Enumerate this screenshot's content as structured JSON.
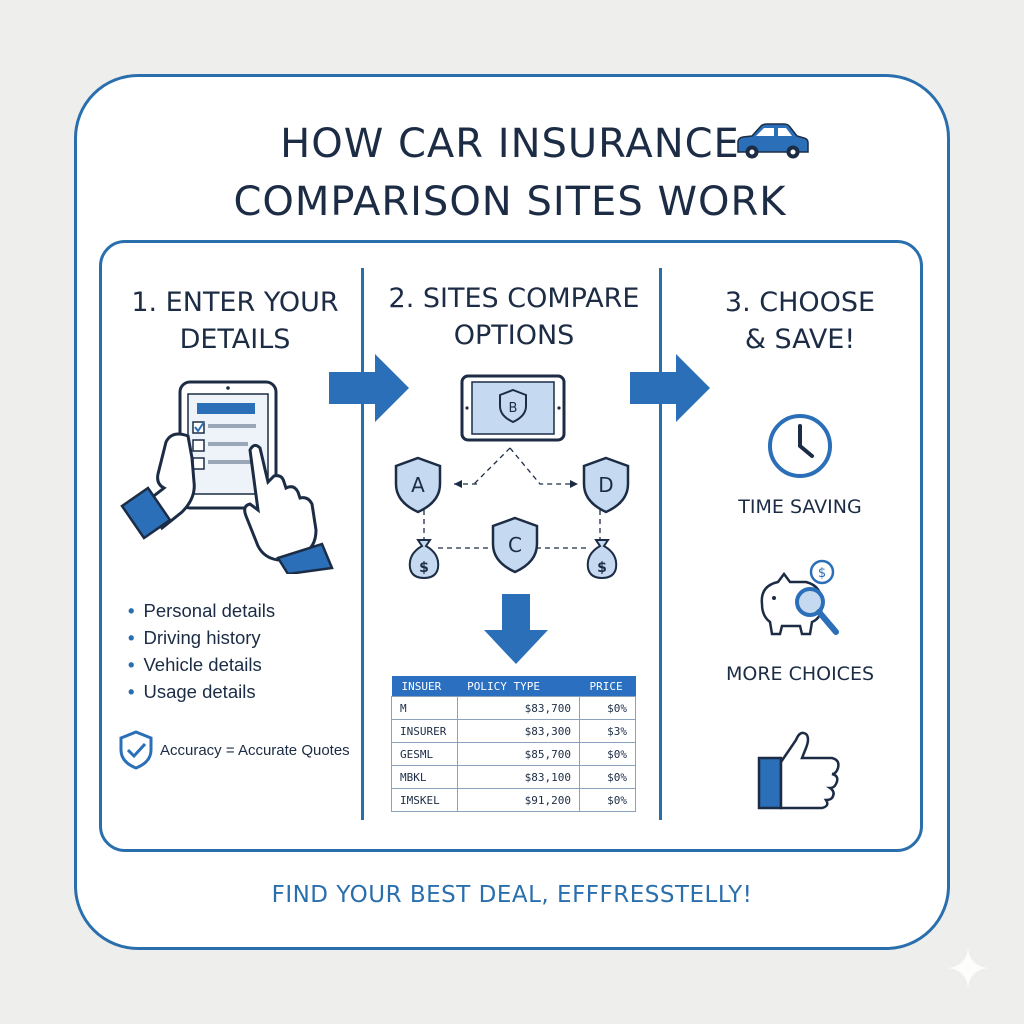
{
  "title": {
    "line1": "HOW CAR INSURANCE",
    "line2": "COMPARISON SITES WORK"
  },
  "steps": [
    {
      "title_line1": "1. ENTER YOUR",
      "title_line2": "DETAILS"
    },
    {
      "title_line1": "2. SITES COMPARE",
      "title_line2": "OPTIONS"
    },
    {
      "title_line1": "3. CHOOSE",
      "title_line2": "& SAVE!"
    }
  ],
  "details": [
    "Personal details",
    "Driving history",
    "Vehicle details",
    "Usage details"
  ],
  "accuracy_note": "Accuracy = Accurate Quotes",
  "shields": {
    "top": "B",
    "left": "A",
    "right": "D",
    "center": "C"
  },
  "money_symbol": "$",
  "table": {
    "headers": [
      "INSUER",
      "POLICY TYPE",
      "PRICE"
    ],
    "rows": [
      [
        "M",
        "$83,700",
        "$0%"
      ],
      [
        "INSURER",
        "$83,300",
        "$3%"
      ],
      [
        "GESML",
        "$85,700",
        "$0%"
      ],
      [
        "MBKL",
        "$83,100",
        "$0%"
      ],
      [
        "IMSKEL",
        "$91,200",
        "$0%"
      ]
    ]
  },
  "benefits": [
    "TIME SAVING",
    "MORE CHOICES"
  ],
  "footer": "FIND YOUR BEST DEAL, EFFFRESSTELLY!",
  "colors": {
    "primary": "#2a6fad",
    "navy": "#1c2c45",
    "light_blue": "#c5daf0",
    "background": "#eeeeec"
  },
  "icons": [
    "car-icon",
    "tablet-icon",
    "hand-icon",
    "shield-icon",
    "money-bag-icon",
    "down-arrow-icon",
    "clock-icon",
    "piggy-bank-icon",
    "magnifier-icon",
    "thumbs-up-icon",
    "sparkle-icon"
  ]
}
